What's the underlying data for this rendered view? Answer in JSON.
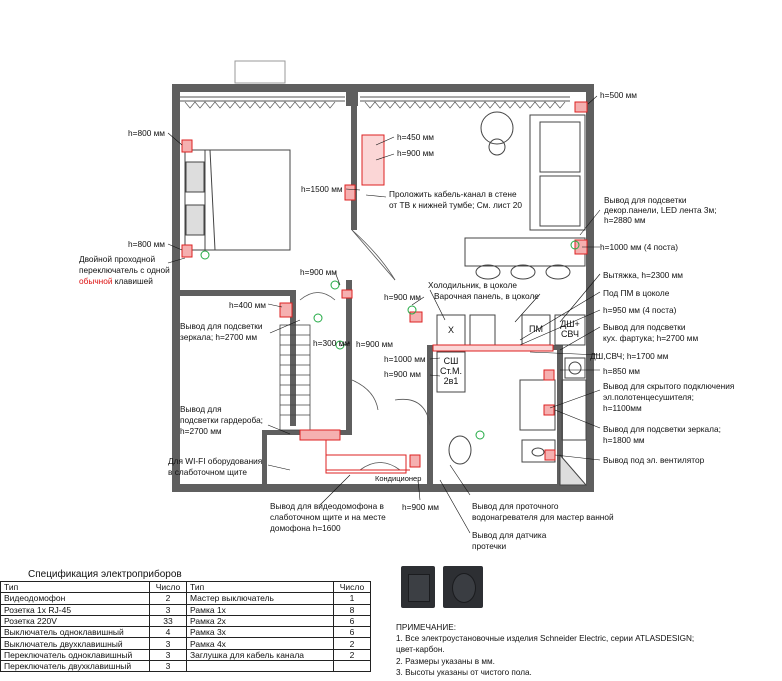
{
  "plan": {
    "notes": {
      "h500": "h=500 мм",
      "h800a": "h=800 мм",
      "h450": "h=450 мм",
      "h900a": "h=900 мм",
      "h1500": "h=1500 мм",
      "cable_line1": "Проложить кабель-канал в стене",
      "cable_line2": "от ТВ к нижней тумбе; См. лист 20",
      "decor_line1": "Вывод для подсветки",
      "decor_line2": "декор.панели, LED лента 3м;",
      "decor_line3": "h=2880 мм",
      "h800b": "h=800 мм",
      "h1000x4": "h=1000 мм (4 поста)",
      "switch_line1": "Двойной проходной",
      "switch_line2": "переключатель с одной",
      "switch_line3_red": "обычной",
      "switch_line3_rest": " клавишей",
      "h900b": "h=900 мм",
      "hood": "Вытяжка, h=2300 мм",
      "fridge": "Холодильник, в цоколе",
      "hob": "Варочная панель, в цоколе",
      "h900c": "h=900 мм",
      "pm": "Под ПМ в цоколе",
      "h400": "h=400 мм",
      "h950x4": "h=950 мм (4 поста)",
      "mirror_line1": "Вывод для подсветки",
      "mirror_line2": "зеркала; h=2700 мм",
      "apron_line1": "Вывод для подсветки",
      "apron_line2": "кух. фартука; h=2700 мм",
      "h300": "h=300 мм",
      "h900d": "h=900 мм",
      "h1000": "h=1000 мм",
      "dsh": "ДШ,СВЧ; h=1700 мм",
      "h900e": "h=900 мм",
      "h850": "h=850 мм",
      "towel_line1": "Вывод для скрытого подключения",
      "towel_line2": "эл.полотенцесушителя;",
      "towel_line3": "h=1100мм",
      "wardrobe_line1": "Вывод для",
      "wardrobe_line2": "подсветки гардероба;",
      "wardrobe_line3": "h=2700 мм",
      "mirror2_line1": "Вывод для подсветки зеркала;",
      "mirror2_line2": "h=1800 мм",
      "wifi_line1": "Для WI-FI оборудования",
      "wifi_line2": "в слаботочном щите",
      "fan": "Вывод под эл. вентилятор",
      "conditioner": "Кондиционер",
      "intercom_line1": "Вывод для видеодомофона в",
      "intercom_line2": "слаботочном щите и на месте",
      "intercom_line3": "домофона h=1600",
      "h900f": "h=900 мм",
      "heater_line1": "Вывод для проточного",
      "heater_line2": "водонагревателя для мастер ванной",
      "leak_line1": "Вывод для датчика",
      "leak_line2": "протечки"
    },
    "appliances": {
      "x": "X",
      "pm": "ПМ",
      "dsh1": "ДШ+",
      "dsh2": "СВЧ",
      "sh1": "СШ",
      "sh2": "Ст.М.",
      "sh3": "2в1"
    }
  },
  "spec": {
    "title": "Спецификация электроприборов",
    "headers": [
      "Тип",
      "Число",
      "Тип",
      "Число"
    ],
    "rows": [
      [
        "Видеодомофон",
        "2",
        "Мастер выключатель",
        "1"
      ],
      [
        "Розетка 1х RJ-45",
        "3",
        "Рамка 1х",
        "8"
      ],
      [
        "Розетка 220V",
        "33",
        "Рамка 2х",
        "6"
      ],
      [
        "Выключатель одноклавишный",
        "4",
        "Рамка 3х",
        "6"
      ],
      [
        "Выключатель двухклавишный",
        "3",
        "Рамка 4х",
        "2"
      ],
      [
        "Переключатель одноклавишный",
        "3",
        "Заглушка для кабель канала",
        "2"
      ],
      [
        "Переключатель двухклавишный",
        "3",
        "",
        ""
      ]
    ]
  },
  "remarks": {
    "title": "ПРИМЕЧАНИЕ:",
    "line1": "1. Все электроустановочные изделия Schneider Electric, серии ATLASDESIGN;",
    "line2": "цвет-карбон.",
    "line3": "2. Размеры указаны в мм.",
    "line4": "3. Высоты указаны от чистого пола."
  },
  "colors": {
    "wall": "#5a5a5a",
    "red": "#dd2222",
    "green": "#22aa44",
    "carbon": "#2d2f33"
  }
}
